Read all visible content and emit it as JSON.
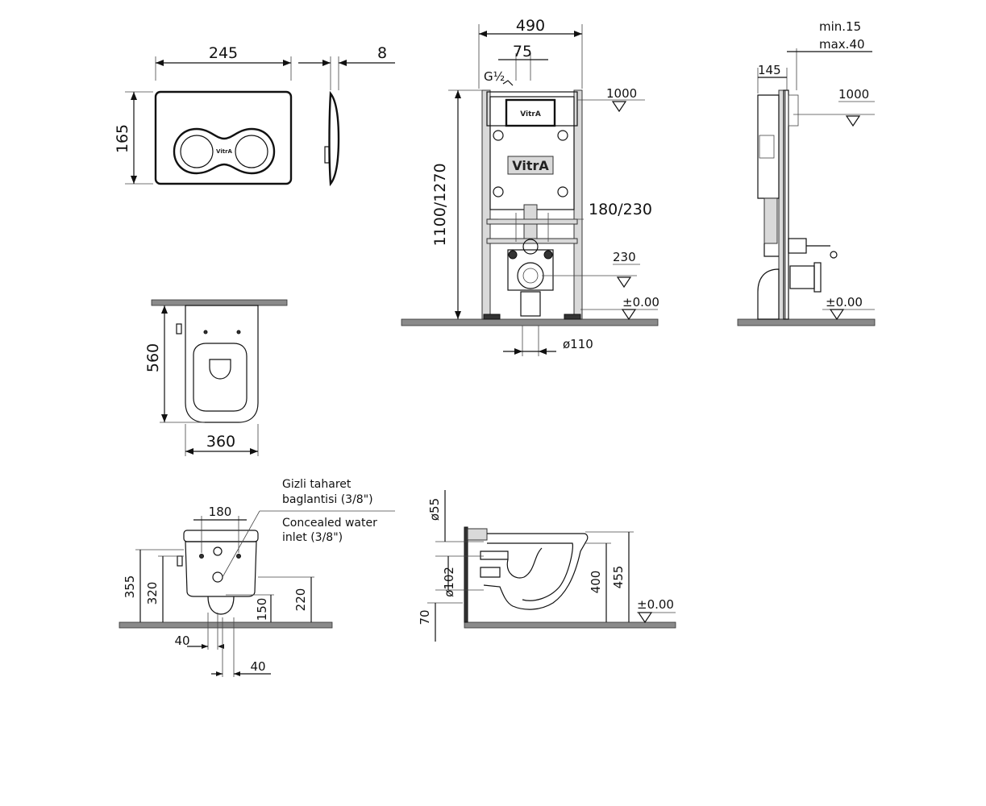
{
  "flush_plate": {
    "width": "245",
    "height": "165",
    "depth": "8",
    "logo": "VitrA"
  },
  "frame_front": {
    "width": "490",
    "inlet_offset": "75",
    "inlet_thread_a": "G",
    "inlet_thread_b": "½",
    "height": "1100/1270",
    "level_top": "1000",
    "connection_spacing": "180/230",
    "drain_height": "230",
    "floor_level": "±0.00",
    "drain_diameter": "ø110",
    "plate_logo": "VitrA",
    "frame_logo": "VitrA"
  },
  "frame_side": {
    "wall_gap_min": "min.15",
    "wall_gap_max": "max.40",
    "depth": "145",
    "level_top": "1000",
    "floor_level": "±0.00"
  },
  "bowl_top": {
    "length": "560",
    "width": "360"
  },
  "bowl_front": {
    "note_tr_line1": "Gizli  taharet",
    "note_tr_line2": "baglantisi  (3/8\")",
    "note_en_line1": "Concealed  water",
    "note_en_line2": "inlet  (3/8\")",
    "bolt_spacing": "180",
    "height_355": "355",
    "height_320": "320",
    "height_150": "150",
    "height_220": "220",
    "offset_left": "40",
    "offset_right": "40"
  },
  "bowl_side": {
    "pipe_diameter_top": "ø55",
    "pipe_diameter_bottom": "ø102",
    "floor_offset": "70",
    "height_400": "400",
    "height_455": "455",
    "floor_level": "±0.00"
  }
}
